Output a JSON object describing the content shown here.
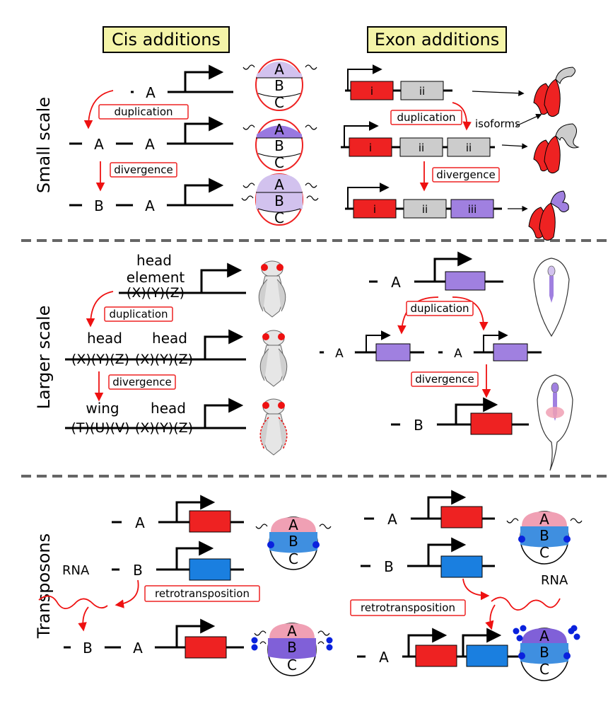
{
  "headers": {
    "cis": "Cis additions",
    "exon": "Exon additions"
  },
  "rows": {
    "small": "Small scale",
    "larger": "Larger scale",
    "transposons": "Transposons"
  },
  "labels": {
    "duplication": "duplication",
    "divergence": "divergence",
    "isoforms": "isoforms",
    "retrotransposition": "retrotransposition",
    "rna": "RNA",
    "head": "head",
    "element": "element",
    "wing": "wing"
  },
  "elements": {
    "A": "A",
    "B": "B",
    "C": "C",
    "X": "X",
    "Y": "Y",
    "Z": "Z",
    "T": "T",
    "U": "U",
    "V": "V",
    "exon_i": "i",
    "exon_ii": "ii",
    "exon_iii": "iii"
  },
  "colors": {
    "red": "#ee2222",
    "arrow_red": "#ee1111",
    "header_bg": "#f4f4a8",
    "purple_light": "#d2c2ee",
    "purple": "#9878e0",
    "pink": "#f0a0b4",
    "blue": "#3f8fe0",
    "gray": "#cccccc",
    "exon_purple": "#a080e0"
  }
}
